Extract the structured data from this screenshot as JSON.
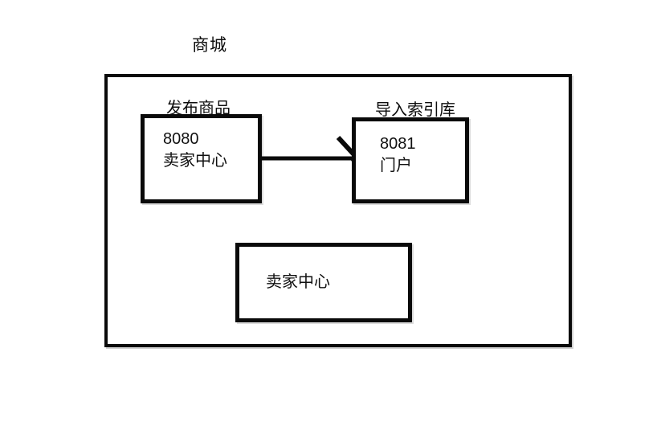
{
  "title": "商城",
  "diagram": {
    "publish_label": "发布商品",
    "import_label": "导入索引库",
    "seller_box": {
      "port": "8080",
      "name": "卖家中心"
    },
    "portal_box": {
      "port": "8081",
      "name": "门户"
    },
    "bottom_box": {
      "name": "卖家中心"
    }
  },
  "colors": {
    "line": "#0a0a0a",
    "background": "#ffffff"
  }
}
